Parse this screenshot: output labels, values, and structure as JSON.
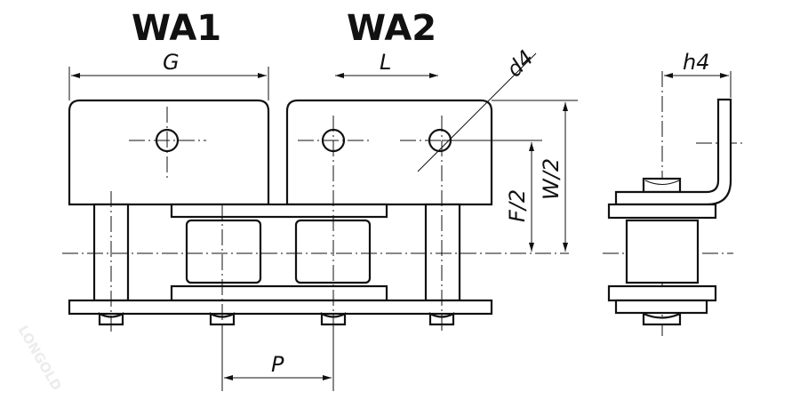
{
  "titles": {
    "wa1": "WA1",
    "wa2": "WA2"
  },
  "dimensions": {
    "g": "G",
    "l": "L",
    "d4": "d4",
    "h4": "h4",
    "f2": "F/2",
    "w2": "W/2",
    "p": "P"
  },
  "watermark": "LONGOLD"
}
